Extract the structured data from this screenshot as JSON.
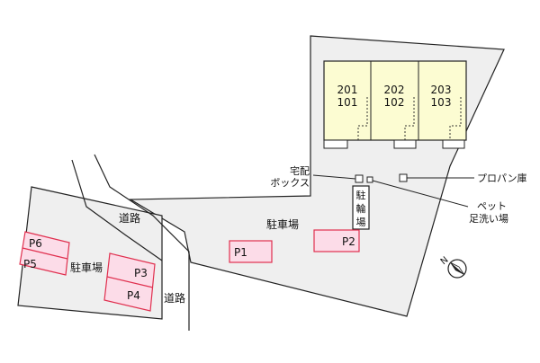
{
  "map": {
    "units": [
      {
        "upper": "201",
        "lower": "101"
      },
      {
        "upper": "202",
        "lower": "102"
      },
      {
        "upper": "203",
        "lower": "103"
      }
    ],
    "labels": {
      "delivery_box_line1": "宅配",
      "delivery_box_line2": "ボックス",
      "propane": "プロパン庫",
      "pet_wash_line1": "ペット",
      "pet_wash_line2": "足洗い場",
      "bicycle_1": "駐",
      "bicycle_2": "輪",
      "bicycle_3": "場",
      "parking_main": "駐車場",
      "parking_left": "駐車場",
      "road_upper": "道路",
      "road_lower": "道路",
      "north": "N"
    },
    "parking_spaces": {
      "p1": "P1",
      "p2": "P2",
      "p3": "P3",
      "p4": "P4",
      "p5": "P5",
      "p6": "P6"
    },
    "colors": {
      "lot_fill": "#efefef",
      "building_fill": "#fcfcd2",
      "parking_fill": "#fcdce8",
      "parking_stroke": "#e0304f",
      "outline": "#222222"
    }
  }
}
